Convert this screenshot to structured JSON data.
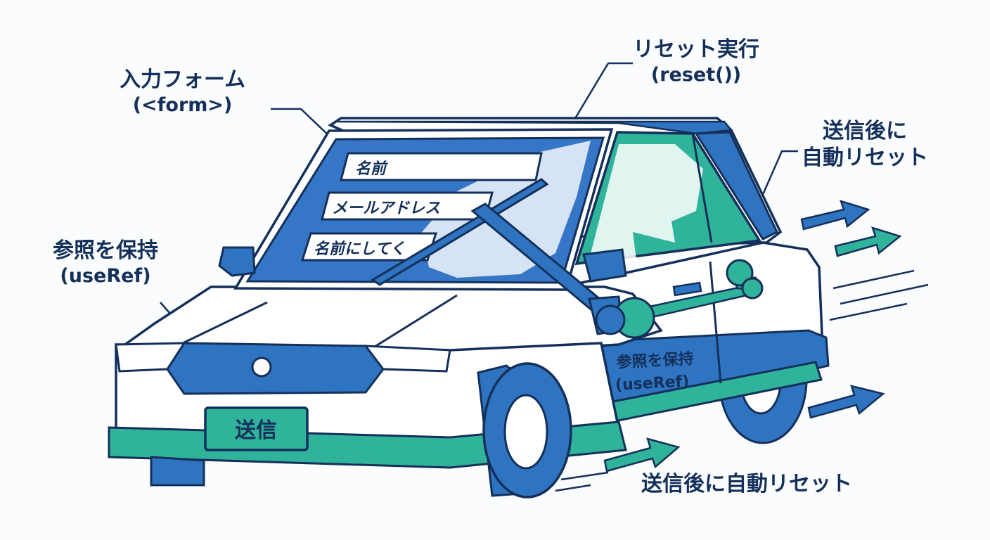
{
  "callouts": {
    "form_title": "入力フォーム",
    "form_sub": "(<form>)",
    "reset_title": "リセット実行",
    "reset_sub": "(reset())",
    "auto_reset_line1": "送信後に",
    "auto_reset_line2": "自動リセット",
    "ref_title": "参照を保持",
    "ref_sub": "(useRef)",
    "bottom_reset": "送信後に自動リセット"
  },
  "form_fields": [
    {
      "label": "名前"
    },
    {
      "label": "メールアドレス"
    },
    {
      "label": "名前にしてく"
    }
  ],
  "door_label": {
    "title": "参照を保持",
    "sub": "(useRef)"
  },
  "submit_plate": "送信",
  "colors": {
    "outline": "#14305a",
    "blue": "#2f74c0",
    "teal": "#2fb39a",
    "glass": "#3576c6",
    "body": "#ffffff"
  }
}
